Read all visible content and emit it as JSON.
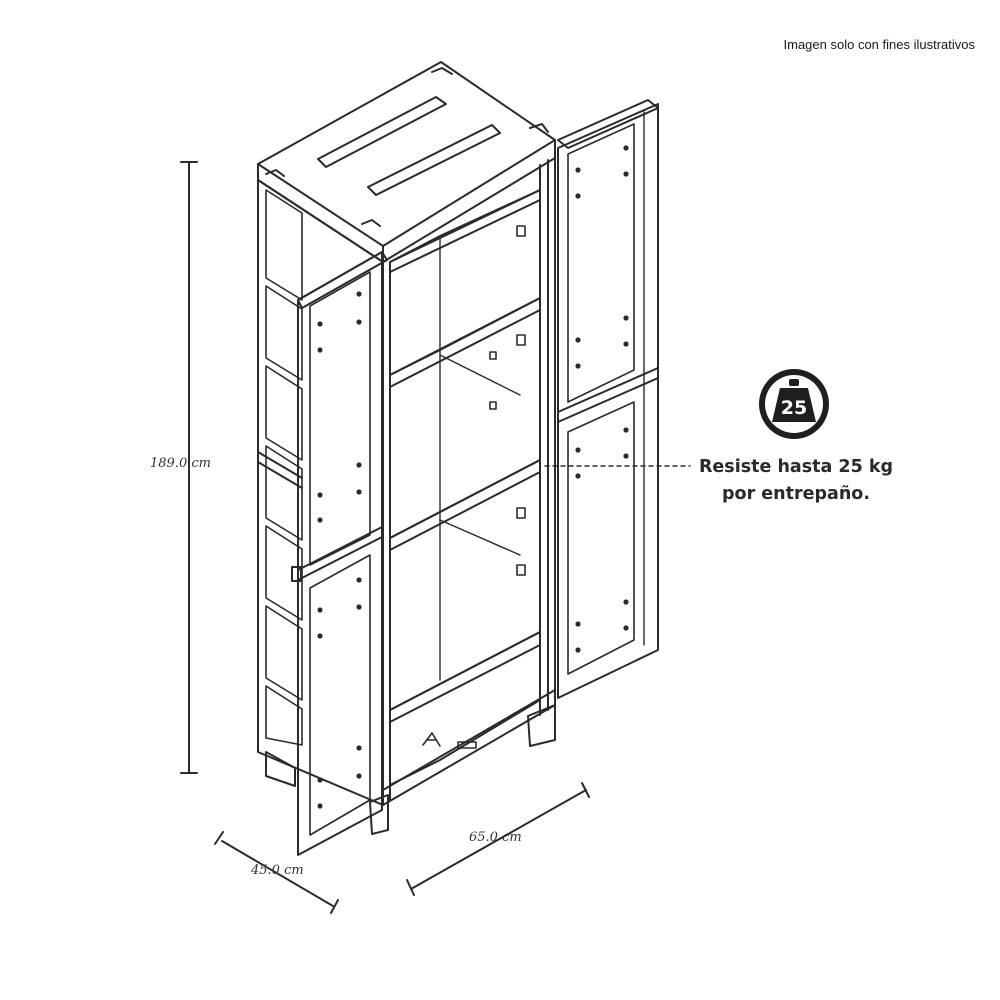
{
  "disclaimer": "Imagen solo con fines ilustrativos",
  "dimensions": {
    "height": "189.0 cm",
    "depth": "45.0 cm",
    "width": "65.0 cm"
  },
  "load_badge": {
    "value": "25",
    "icon": "weight-icon"
  },
  "feature_text": {
    "line1": "Resiste hasta 25 kg",
    "line2": "por entrepaño."
  }
}
